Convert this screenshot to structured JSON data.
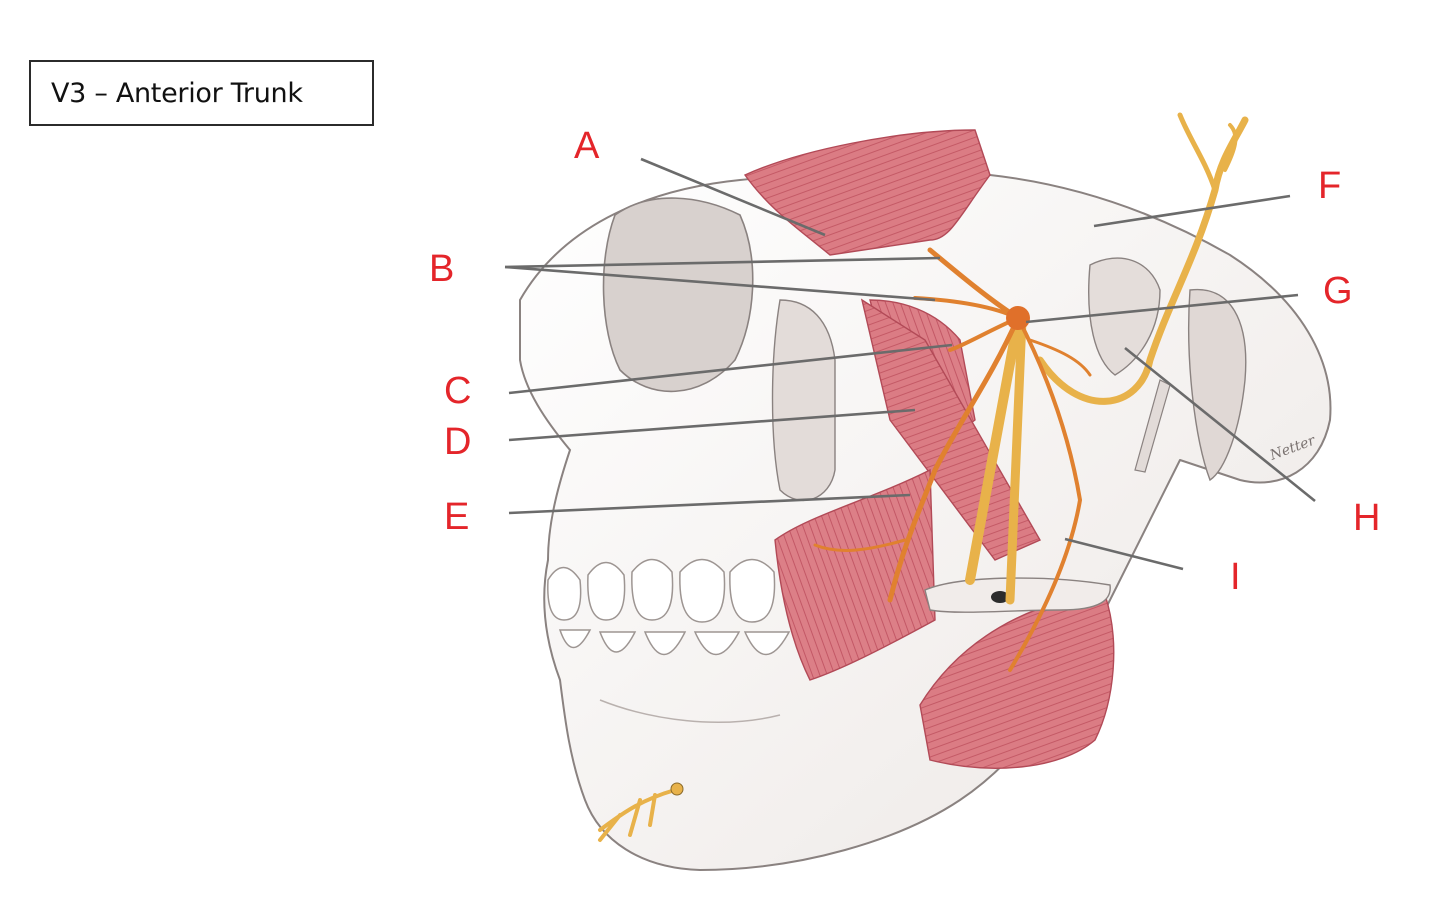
{
  "title": "V3 – Anterior Trunk",
  "labels": {
    "A": "A",
    "B": "B",
    "C": "C",
    "D": "D",
    "E": "E",
    "F": "F",
    "G": "G",
    "H": "H",
    "I": "I"
  },
  "signature": "Netter",
  "colors": {
    "label": "#e4252a",
    "muscle": "#d9777f",
    "nerve_main": "#e0812f",
    "nerve_sensory": "#e8b24a",
    "bone_shadow": "#cfc9c6"
  }
}
